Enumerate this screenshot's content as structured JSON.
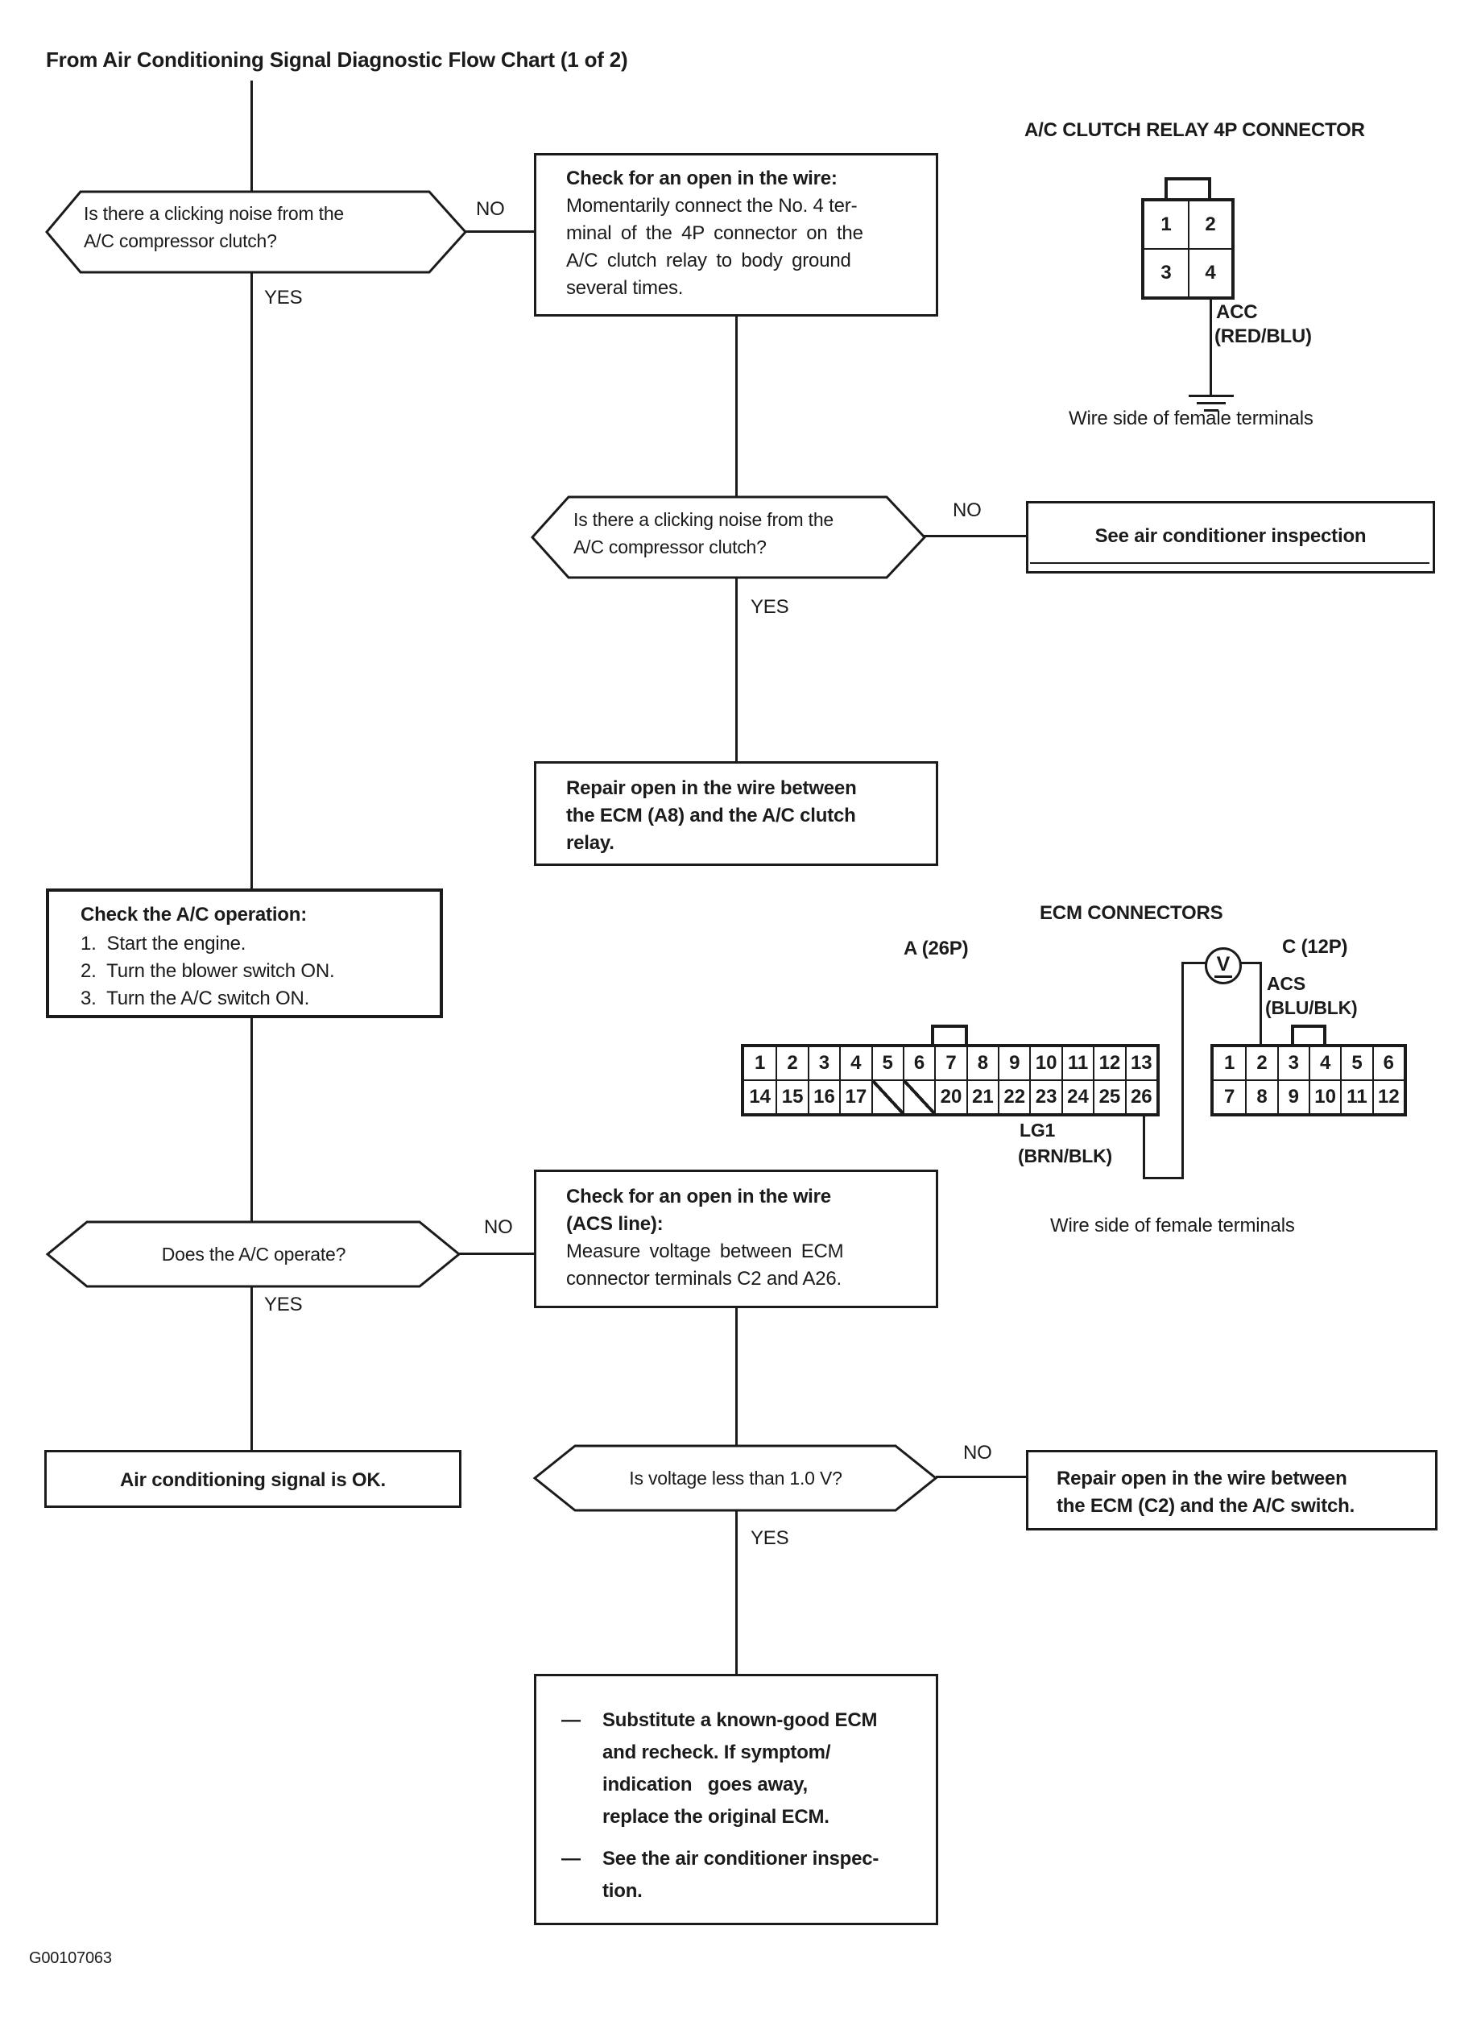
{
  "page": {
    "title": "From Air Conditioning Signal Diagnostic Flow Chart (1 of 2)",
    "figure_id": "G00107063"
  },
  "flow": {
    "decision_clicking_1": {
      "line1": "Is there a clicking noise from the",
      "line2": "A/C compressor clutch?",
      "no": "NO",
      "yes": "YES"
    },
    "box_check_open": {
      "title": "Check for an open in the wire:",
      "line1": "Momentarily connect the No. 4 ter-",
      "line2": "minal of the 4P connector on the",
      "line3": "A/C clutch relay to body ground",
      "line4": "several times."
    },
    "decision_clicking_2": {
      "line1": "Is there a clicking noise from the",
      "line2": "A/C compressor clutch?",
      "no": "NO",
      "yes": "YES"
    },
    "box_see_inspection": {
      "text": "See air conditioner inspection"
    },
    "box_repair_a8": {
      "line1": "Repair open in the wire between",
      "line2": "the ECM (A8) and the A/C clutch",
      "line3": "relay."
    },
    "box_check_operation": {
      "title": "Check the A/C operation:",
      "item1": "1.  Start the engine.",
      "item2": "2.  Turn the blower switch ON.",
      "item3": "3.  Turn the A/C switch ON."
    },
    "decision_operate": {
      "text": "Does the A/C operate?",
      "no": "NO",
      "yes": "YES"
    },
    "box_check_acs": {
      "title1": "Check for an open in the wire",
      "title2": "(ACS line):",
      "line1": "Measure voltage between ECM",
      "line2": "connector terminals C2 and A26."
    },
    "box_signal_ok": {
      "text": "Air conditioning signal is OK."
    },
    "decision_voltage": {
      "text": "Is voltage less than 1.0 V?",
      "no": "NO",
      "yes": "YES"
    },
    "box_repair_c2": {
      "line1": "Repair open in the wire between",
      "line2": "the ECM (C2) and the A/C switch."
    },
    "box_substitute": {
      "dash": "—",
      "item1_line1": "Substitute a known-good ECM",
      "item1_line2": "and recheck. If symptom/",
      "item1_line3": "indication   goes away,",
      "item1_line4": "replace the original ECM.",
      "item2_line1": "See the air conditioner inspec-",
      "item2_line2": "tion."
    }
  },
  "relay_connector": {
    "title": "A/C CLUTCH RELAY 4P CONNECTOR",
    "pins": [
      "1",
      "2",
      "3",
      "4"
    ],
    "wire_label_line1": "ACC",
    "wire_label_line2": "(RED/BLU)",
    "caption": "Wire side of female terminals"
  },
  "ecm": {
    "title": "ECM CONNECTORS",
    "a_label": "A (26P)",
    "c_label": "C (12P)",
    "meter_symbol": "V",
    "acs_line1": "ACS",
    "acs_line2": "(BLU/BLK)",
    "lg1_line1": "LG1",
    "lg1_line2": "(BRN/BLK)",
    "caption": "Wire side of female terminals",
    "a_row1": [
      "1",
      "2",
      "3",
      "4",
      "5",
      "6",
      "7",
      "8",
      "9",
      "10",
      "11",
      "12",
      "13"
    ],
    "a_row2": [
      "14",
      "15",
      "16",
      "17",
      "",
      "",
      "20",
      "21",
      "22",
      "23",
      "24",
      "25",
      "26"
    ],
    "c_row1": [
      "1",
      "2",
      "3",
      "4",
      "5",
      "6"
    ],
    "c_row2": [
      "7",
      "8",
      "9",
      "10",
      "11",
      "12"
    ]
  }
}
